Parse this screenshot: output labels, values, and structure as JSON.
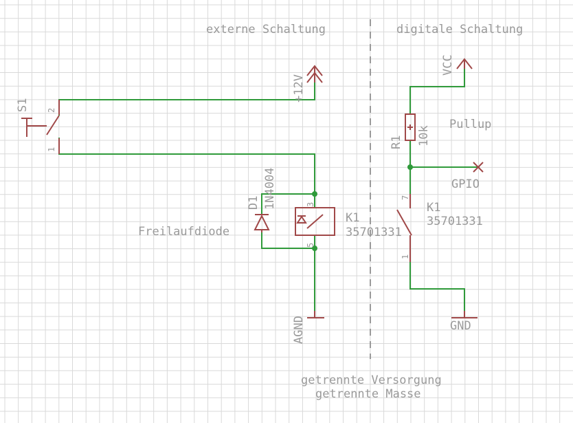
{
  "headers": {
    "external": "externe Schaltung",
    "digital": "digitale Schaltung"
  },
  "notes": {
    "line1": "getrennte Versorgung",
    "line2": "getrennte Masse"
  },
  "external_circuit": {
    "switch": {
      "name": "S1",
      "pin1": "1",
      "pin2": "2"
    },
    "supply": "+12V",
    "diode": {
      "name": "D1",
      "value": "1N4004",
      "caption": "Freilaufdiode"
    },
    "relay_coil": {
      "name": "K1",
      "value": "35701331",
      "pin3": "3",
      "pin5": "5"
    },
    "ground": "AGND"
  },
  "digital_circuit": {
    "supply": "VCC",
    "resistor": {
      "name": "R1",
      "value": "10k",
      "caption": "Pullup"
    },
    "output": "GPIO",
    "relay_contact": {
      "name": "K1",
      "value": "35701331",
      "pin7": "7",
      "pin1": "1"
    },
    "ground": "GND"
  }
}
